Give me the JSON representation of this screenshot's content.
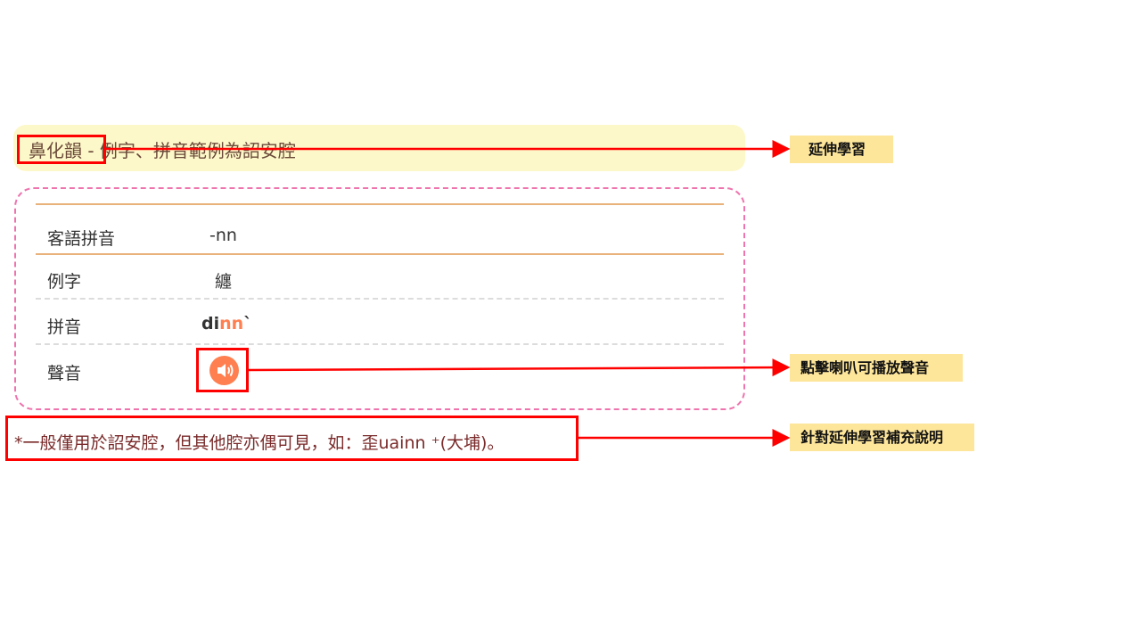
{
  "header": {
    "title": "鼻化韻 - 例字、拼音範例為詔安腔"
  },
  "table": {
    "rows": [
      {
        "label": "客語拼音",
        "value": "-nn"
      },
      {
        "label": "例字",
        "value": "纏"
      },
      {
        "label": "拼音",
        "value_prefix": "di",
        "value_highlight": "nn",
        "value_suffix": "`"
      },
      {
        "label": "聲音",
        "icon": "speaker-icon"
      }
    ]
  },
  "note": {
    "text": "*一般僅用於詔安腔，但其他腔亦偶可見，如：歪uainn ⁺(大埔)。"
  },
  "callouts": [
    "延伸學習",
    "點擊喇叭可播放聲音",
    "針對延伸學習補充說明"
  ],
  "colors": {
    "accent": "#ff7f50",
    "annotation_red": "#ff0000",
    "callout_bg": "#fde59a"
  }
}
